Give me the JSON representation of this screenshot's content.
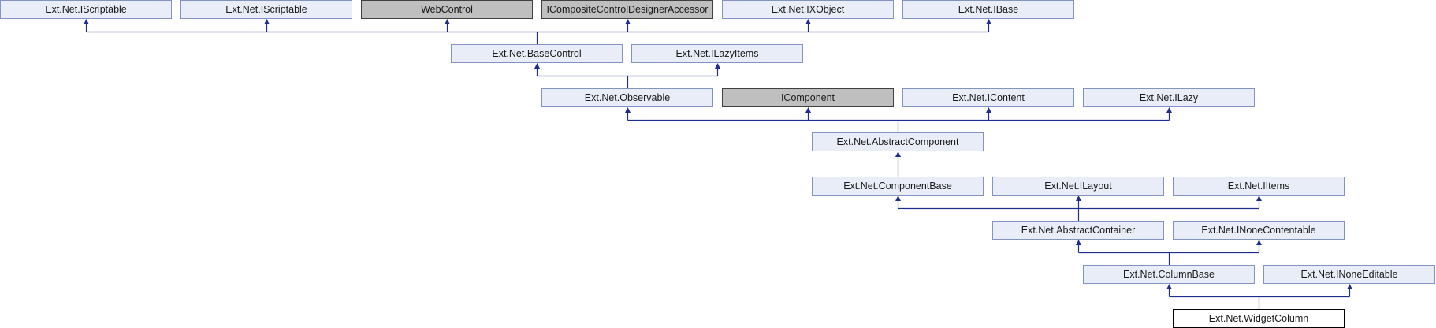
{
  "nodes": [
    {
      "id": "iscriptable1",
      "label": "Ext.Net.IScriptable",
      "kind": "link"
    },
    {
      "id": "iscriptable2",
      "label": "Ext.Net.IScriptable",
      "kind": "link"
    },
    {
      "id": "webcontrol",
      "label": "WebControl",
      "kind": "external"
    },
    {
      "id": "icompositecontroldesigneraccessor",
      "label": "ICompositeControlDesignerAccessor",
      "kind": "external"
    },
    {
      "id": "ixobject",
      "label": "Ext.Net.IXObject",
      "kind": "link"
    },
    {
      "id": "ibase",
      "label": "Ext.Net.IBase",
      "kind": "link"
    },
    {
      "id": "basecontrol",
      "label": "Ext.Net.BaseControl",
      "kind": "link"
    },
    {
      "id": "ilazyitems",
      "label": "Ext.Net.ILazyItems",
      "kind": "link"
    },
    {
      "id": "observable",
      "label": "Ext.Net.Observable",
      "kind": "link"
    },
    {
      "id": "icomponent",
      "label": "IComponent",
      "kind": "external"
    },
    {
      "id": "icontent",
      "label": "Ext.Net.IContent",
      "kind": "link"
    },
    {
      "id": "ilazy",
      "label": "Ext.Net.ILazy",
      "kind": "link"
    },
    {
      "id": "abstractcomponent",
      "label": "Ext.Net.AbstractComponent",
      "kind": "link"
    },
    {
      "id": "componentbase",
      "label": "Ext.Net.ComponentBase",
      "kind": "link"
    },
    {
      "id": "ilayout",
      "label": "Ext.Net.ILayout",
      "kind": "link"
    },
    {
      "id": "iitems",
      "label": "Ext.Net.IItems",
      "kind": "link"
    },
    {
      "id": "abstractcontainer",
      "label": "Ext.Net.AbstractContainer",
      "kind": "link"
    },
    {
      "id": "inonecontentable",
      "label": "Ext.Net.INoneContentable",
      "kind": "link"
    },
    {
      "id": "columnbase",
      "label": "Ext.Net.ColumnBase",
      "kind": "link"
    },
    {
      "id": "inoneeditable",
      "label": "Ext.Net.INoneEditable",
      "kind": "link"
    },
    {
      "id": "widgetcolumn",
      "label": "Ext.Net.WidgetColumn",
      "kind": "current"
    }
  ],
  "edges": [
    {
      "child": "basecontrol",
      "parents": [
        "iscriptable1",
        "iscriptable2",
        "webcontrol",
        "icompositecontroldesigneraccessor",
        "ixobject",
        "ibase"
      ]
    },
    {
      "child": "observable",
      "parents": [
        "basecontrol",
        "ilazyitems"
      ]
    },
    {
      "child": "abstractcomponent",
      "parents": [
        "observable",
        "icomponent",
        "icontent",
        "ilazy"
      ]
    },
    {
      "child": "componentbase",
      "parents": [
        "abstractcomponent"
      ]
    },
    {
      "child": "abstractcontainer",
      "parents": [
        "componentbase",
        "ilayout",
        "iitems"
      ]
    },
    {
      "child": "columnbase",
      "parents": [
        "abstractcontainer",
        "inonecontentable"
      ]
    },
    {
      "child": "widgetcolumn",
      "parents": [
        "columnbase",
        "inoneeditable"
      ]
    }
  ]
}
